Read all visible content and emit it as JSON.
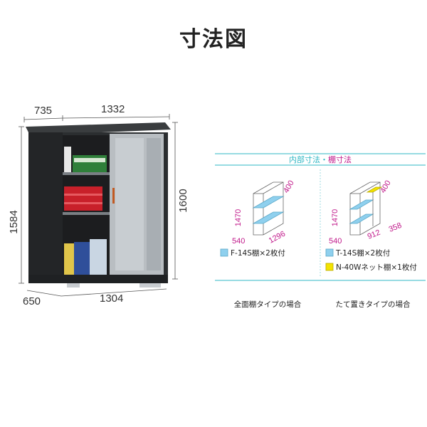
{
  "title": "寸法図",
  "shed": {
    "top_depth": "735",
    "top_width": "1332",
    "left_height": "1584",
    "right_height": "1600",
    "bottom_depth": "650",
    "bottom_width": "1304"
  },
  "panel": {
    "header_a": "内部寸法",
    "header_sep": "・",
    "header_b": "棚寸法",
    "left": {
      "height": "1470",
      "depth": "540",
      "width": "1296",
      "shelf_depth": "400",
      "legend": "F-14S棚×2枚付",
      "caption": "全面棚タイプの場合"
    },
    "right": {
      "height": "1470",
      "depth": "540",
      "width_a": "912",
      "width_b": "358",
      "shelf_depth": "400",
      "legend1": "T-14S棚×2枚付",
      "legend2": "N-40Wネット棚×1枚付",
      "caption": "たて置きタイプの場合"
    }
  },
  "colors": {
    "teal": "#2fb7c4",
    "pink": "#c0188a",
    "shelf_blue": "#8fd0ee",
    "net_yellow": "#f3e300",
    "shed_body": "#2b2e30",
    "door": "#b9bec2"
  }
}
